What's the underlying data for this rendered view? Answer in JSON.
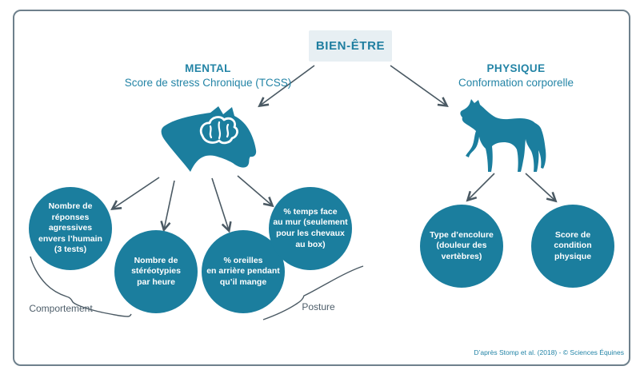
{
  "root": {
    "title": "BIEN-ÊTRE"
  },
  "branches": {
    "mental": {
      "label": "MENTAL",
      "sublabel": "Score de stress Chronique (TCSS)"
    },
    "physique": {
      "label": "PHYSIQUE",
      "sublabel": "Conformation corporelle"
    }
  },
  "circles": [
    {
      "text": "Nombre de\nréponses agressives\nenvers l’humain\n(3 tests)"
    },
    {
      "text": "Nombre de\nstéréotypies\npar heure"
    },
    {
      "text": "% oreilles\nen arrière pendant\nqu’il mange"
    },
    {
      "text": "% temps face\nau mur (seulement\npour les chevaux\nau box)"
    },
    {
      "text": "Type d’encolure\n(douleur des\nvertèbres)"
    },
    {
      "text": "Score de\ncondition physique"
    }
  ],
  "group_labels": {
    "comportement": "Comportement",
    "posture": "Posture"
  },
  "footer": {
    "credit": "D’après Stomp et al. (2018) - © Sciences Équines"
  },
  "icons": {
    "horse_head": "horse-head-with-brain-icon",
    "brain": "brain-icon",
    "horse_body": "standing-horse-icon"
  },
  "colors": {
    "teal_fill": "#1b7e9e",
    "header_text": "#2384a6",
    "root_box_bg": "#e7eff3",
    "root_box_text": "#1f7ea0",
    "arrow": "#4a5963",
    "frame_border": "#6e808c",
    "circle_text": "#ffffff",
    "group_label_text": "#4e5e6a"
  }
}
